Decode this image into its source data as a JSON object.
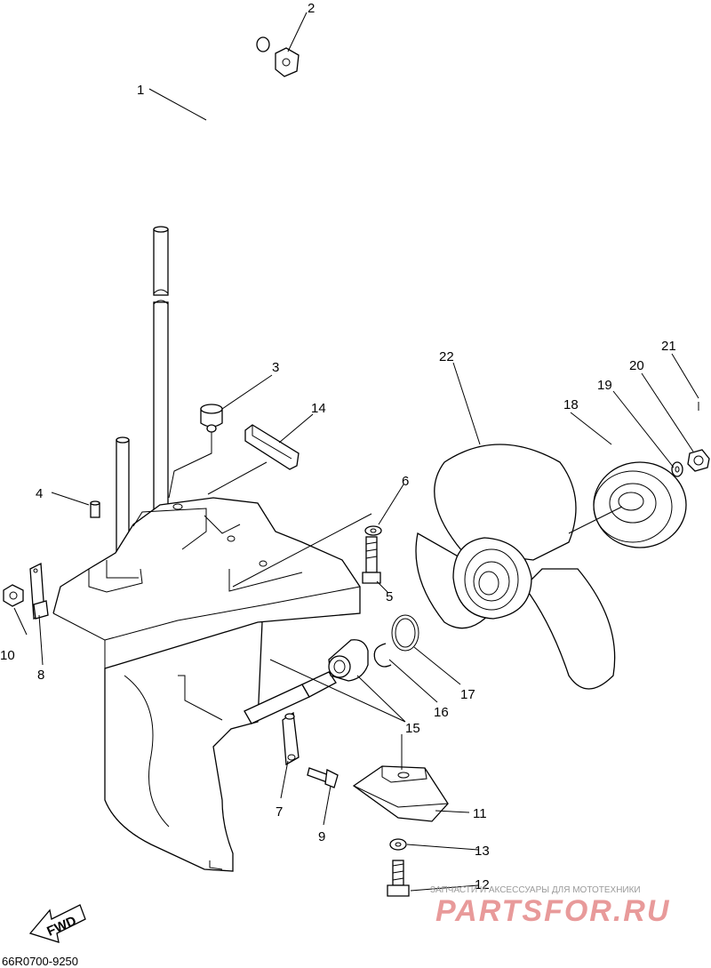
{
  "callouts": [
    "1",
    "2",
    "3",
    "4",
    "5",
    "6",
    "7",
    "8",
    "9",
    "10",
    "11",
    "12",
    "13",
    "14",
    "15",
    "16",
    "17",
    "18",
    "19",
    "20",
    "21",
    "22"
  ],
  "fwd_label": "FWD",
  "diagram_code": "66R0700-9250",
  "watermark": {
    "tagline": "ЗАПЧАСТИ И АКСЕССУАРЫ ДЛЯ МОТОТЕХНИКИ",
    "brand": "PARTSFOR.RU"
  }
}
